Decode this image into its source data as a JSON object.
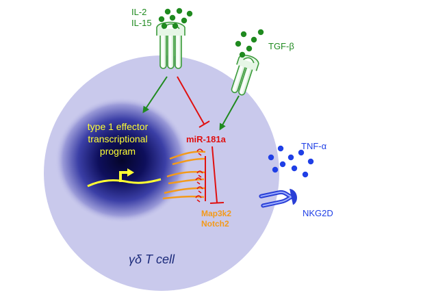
{
  "labels": {
    "il2": "IL-2",
    "il15": "IL-15",
    "tgf_prefix": "TGF-",
    "tgf_symbol": "β",
    "tnf_prefix": "TNF-",
    "tnf_symbol": "α",
    "nkg2d": "NKG2D",
    "nucleus_line1": "type 1 effector",
    "nucleus_line2": "transcriptional",
    "nucleus_line3": "program",
    "mir": "miR-181a",
    "target1": "Map3k2",
    "target2": "Notch2",
    "cell_greek": "γδ",
    "cell_rest": " T cell"
  },
  "colors": {
    "cell_fill": "#c9c9ec",
    "cytokine_green": "#1f8a1f",
    "receptor_green": "#3a9a3a",
    "inhibit_red": "#e01010",
    "mir_red": "#e01010",
    "target_orange": "#f39a1a",
    "nucleus_text": "#ffff33",
    "tnf_blue": "#1f3fe6",
    "cell_label": "#1b2a7a"
  }
}
